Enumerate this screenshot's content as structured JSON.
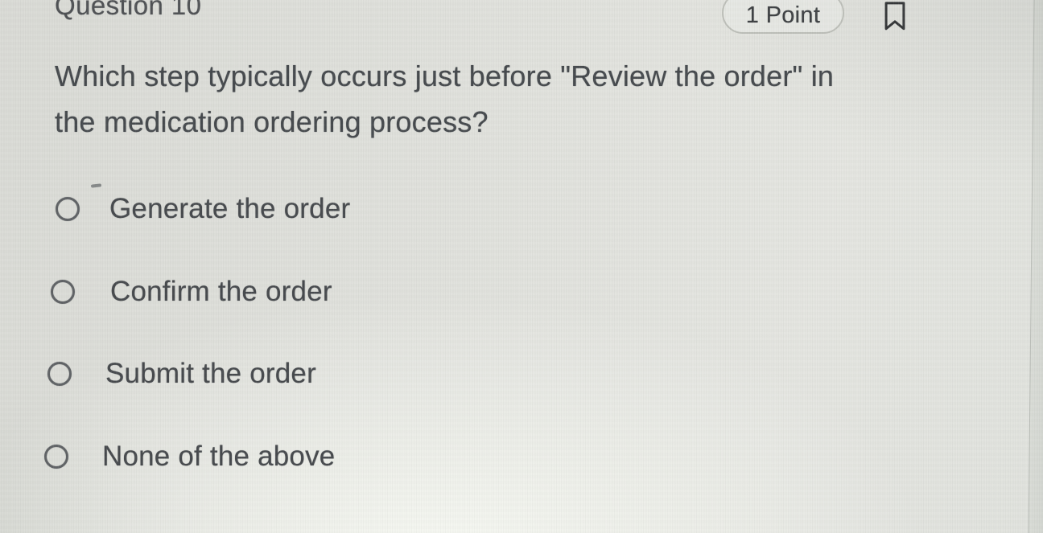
{
  "header": {
    "question_label": "Question 10",
    "points_label": "1 Point"
  },
  "icons": {
    "bookmark": "bookmark-outline"
  },
  "question": {
    "text": "Which step typically occurs just before \"Review the order\" in the medication ordering process?",
    "lines": [
      "Which step typically occurs just before \"Review the order\" in",
      "the medication ordering process?"
    ]
  },
  "options": [
    {
      "label": "Generate the order",
      "selected": false
    },
    {
      "label": "Confirm the order",
      "selected": false
    },
    {
      "label": "Submit the order",
      "selected": false
    },
    {
      "label": "None of the above",
      "selected": false
    }
  ],
  "colors": {
    "background": "#e1e2dd",
    "text": "#42464a",
    "radio_border": "#5c5f62",
    "badge_border": "#bcbeb8",
    "bookmark": "#303234"
  }
}
